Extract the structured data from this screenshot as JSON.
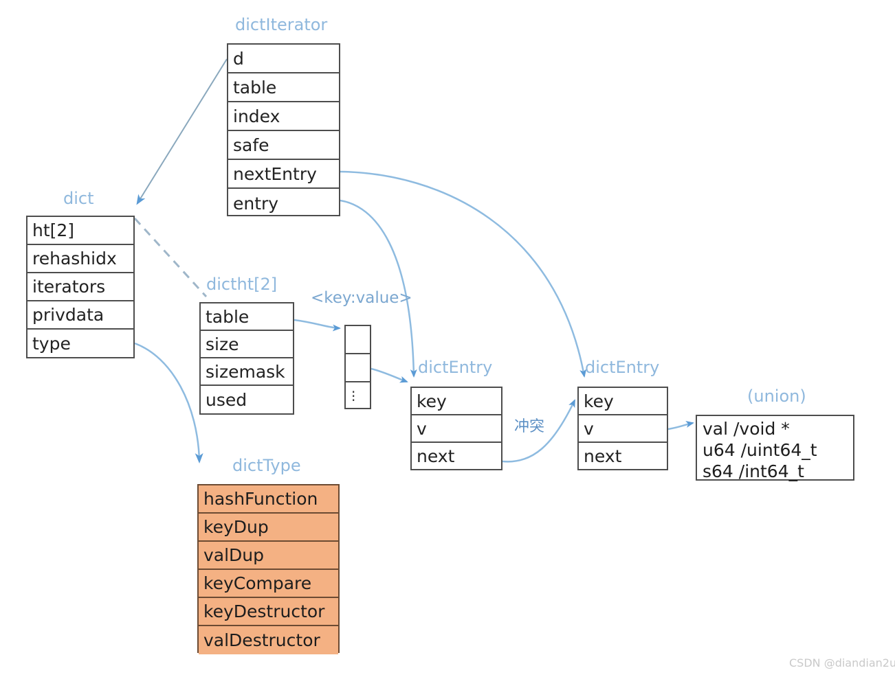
{
  "diagram": {
    "title": "Redis dict structure diagram",
    "colors": {
      "label_blue": "#8fb8dd",
      "arrow_blue": "#5b9bd5",
      "box_border": "#4d4d4d",
      "dicttype_fill": "#f4b183",
      "dicttype_border": "#6b4a32",
      "watermark": "#c9c9c9"
    }
  },
  "structs": {
    "dict_iterator": {
      "title": "dictIterator",
      "fields": [
        "d",
        "table",
        "index",
        "safe",
        "nextEntry",
        "entry"
      ]
    },
    "dict": {
      "title": "dict",
      "fields": [
        "ht[2]",
        "rehashidx",
        "iterators",
        "privdata",
        "type"
      ]
    },
    "dictht": {
      "title": "dictht[2]",
      "fields": [
        "table",
        "size",
        "sizemask",
        "used"
      ]
    },
    "bucket_array": {
      "label": "<key:value>",
      "cells": [
        "",
        "",
        "⋮"
      ]
    },
    "dict_entry_1": {
      "title": "dictEntry",
      "fields": [
        "key",
        "v",
        "next"
      ]
    },
    "dict_entry_2": {
      "title": "dictEntry",
      "fields": [
        "key",
        "v",
        "next"
      ]
    },
    "union": {
      "title": "(union)",
      "lines": [
        "val /void *",
        "u64 /uint64_t",
        "s64 /int64_t"
      ]
    },
    "dict_type": {
      "title": "dictType",
      "fields": [
        "hashFunction",
        "keyDup",
        "valDup",
        "keyCompare",
        "keyDestructor",
        "valDestructor"
      ]
    }
  },
  "annotations": {
    "collision": "冲突"
  },
  "watermark": "CSDN @diandian2u"
}
